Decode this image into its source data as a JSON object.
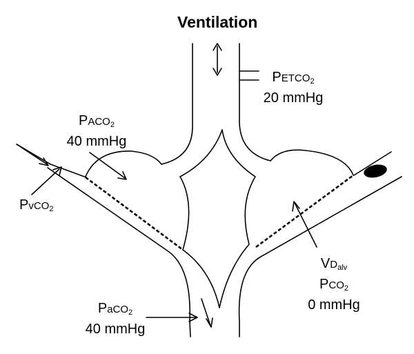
{
  "title": "Ventilation",
  "labels": {
    "petco2": {
      "p": "P",
      "sc": "ETCO",
      "sub": "2",
      "value": "20 mmHg"
    },
    "paco2_alv": {
      "p": "P",
      "sc": "ACO",
      "sub": "2",
      "value": "40 mmHg"
    },
    "pvco2": {
      "p": "P",
      "sc": "vCO",
      "sub": "2"
    },
    "paco2_art": {
      "p": "P",
      "sc": "aCO",
      "sub": "2",
      "value": "40 mmHg"
    },
    "vdalv": {
      "p": "V",
      "sc": "D",
      "sub": "alv",
      "p2": "P",
      "sc2": "CO",
      "sub2": "2",
      "value": "0 mmHg"
    }
  }
}
